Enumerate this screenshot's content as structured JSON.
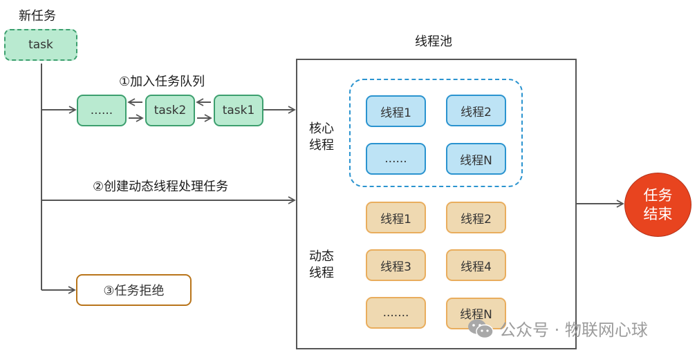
{
  "new_task": {
    "title": "新任务",
    "task_label": "task"
  },
  "queue": {
    "title": "①加入任务队列",
    "items": [
      "......",
      "task2",
      "task1"
    ]
  },
  "create_dynamic": {
    "title": "②创建动态线程处理任务"
  },
  "reject": {
    "label": "③任务拒绝"
  },
  "pool": {
    "title": "线程池",
    "core_label_line1": "核心",
    "core_label_line2": "线程",
    "core_threads": [
      "线程1",
      "线程2",
      "......",
      "线程N"
    ],
    "dynamic_label_line1": "动态",
    "dynamic_label_line2": "线程",
    "dynamic_threads": [
      "线程1",
      "线程2",
      "线程3",
      "线程4",
      ".......",
      "线程N"
    ]
  },
  "end": {
    "line1": "任务",
    "line2": "结束"
  },
  "watermark": {
    "text": "公众号 · 物联网心球"
  },
  "colors": {
    "task_fill": "#b9ead0",
    "task_border": "#3c9f6e",
    "core_fill": "#bde3f5",
    "core_border": "#2a93cf",
    "dynamic_fill": "#efd9b1",
    "dynamic_border": "#e9ad5d",
    "reject_border": "#b8741a",
    "end_fill": "#e8441f",
    "line": "#555555"
  }
}
